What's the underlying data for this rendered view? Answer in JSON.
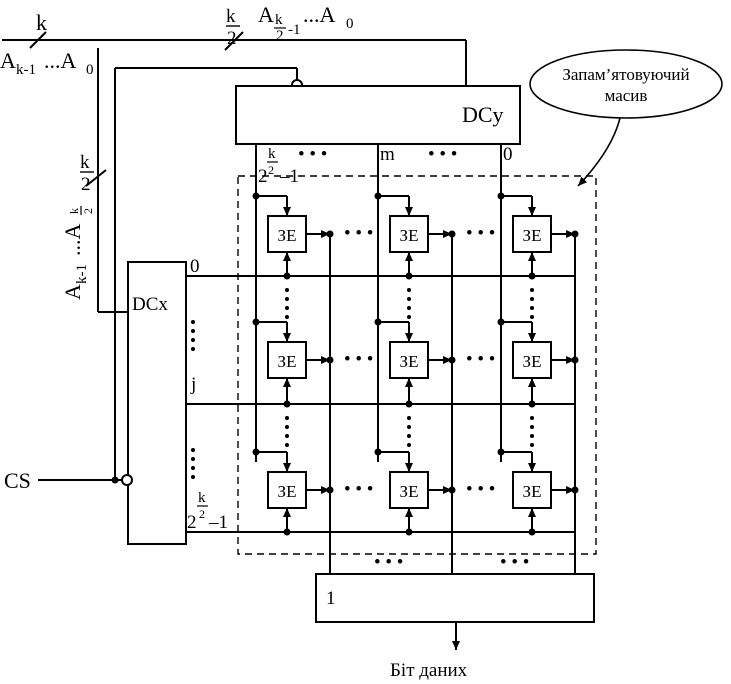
{
  "address": {
    "k": "k",
    "full_bus": "A",
    "full_bus_sub": "k-1",
    "full_bus_tail": "...A",
    "full_bus_tail_sub": "0",
    "y_bus_count_num": "k",
    "y_bus_count_den": "2",
    "y_bus_hi": "A",
    "y_bus_hi_sub_num": "k",
    "y_bus_hi_sub_den": "2",
    "y_bus_hi_sub_tail": "-1",
    "y_bus_tail": "...A",
    "y_bus_tail_sub": "0",
    "x_bus_count_num": "k",
    "x_bus_count_den": "2",
    "x_bus_hi": "A",
    "x_bus_hi_sub": "k-1",
    "x_bus_tail": "...A",
    "x_bus_tail_sub_num": "k",
    "x_bus_tail_sub_den": "2"
  },
  "dcy": {
    "label": "DCy",
    "col_first_num": "k",
    "col_first_base": "2",
    "col_first_exp": "2",
    "col_first_tail": "–1",
    "col_mid": "m",
    "col_last": "0"
  },
  "dcx": {
    "label": "DCx",
    "row_first": "0",
    "row_mid": "j",
    "row_last_num": "k",
    "row_last_base": "2",
    "row_last_exp": "2",
    "row_last_tail": "–1"
  },
  "cs": {
    "label": "CS"
  },
  "array": {
    "callout_line1": "Запам’ятовуючий",
    "callout_line2": "масив",
    "cell_label": "ЗЕ"
  },
  "output": {
    "or_label": "1",
    "data_label": "Біт даних"
  },
  "dots": {
    "h": "• • •",
    "v": "⋮"
  }
}
